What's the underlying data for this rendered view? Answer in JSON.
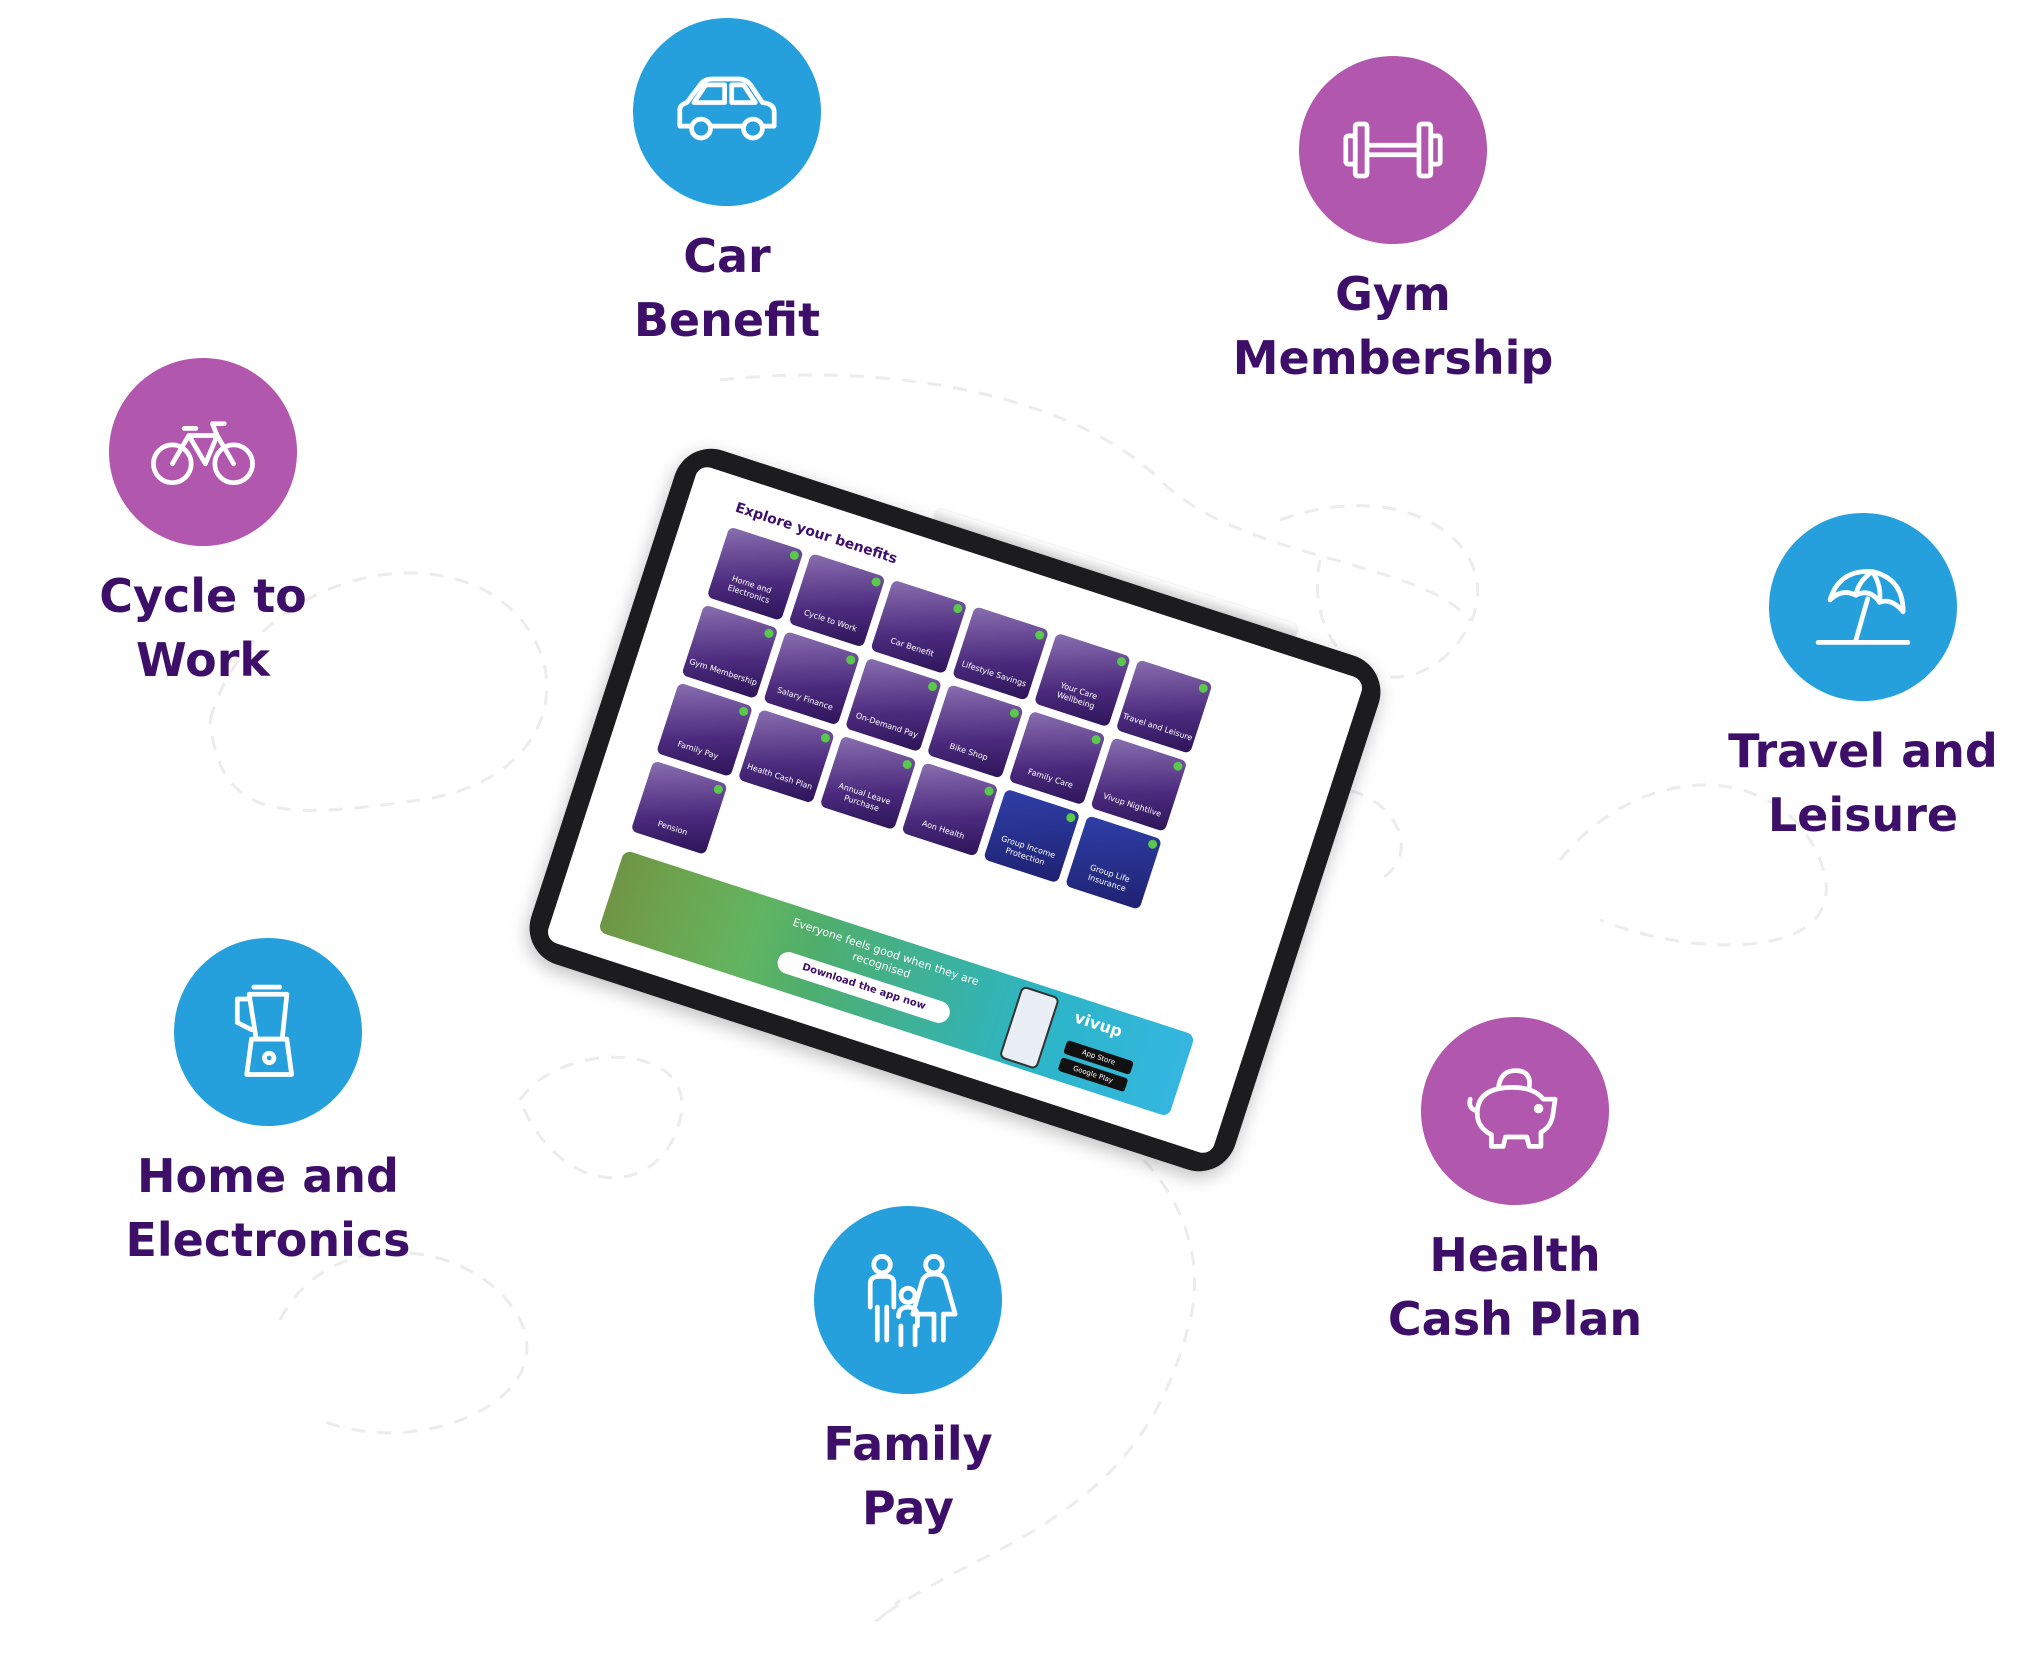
{
  "colors": {
    "blue": "#26a0dd",
    "magenta": "#b257ae",
    "label": "#3d0f69"
  },
  "benefits": [
    {
      "id": "car-benefit",
      "label": "Car\nBenefit",
      "icon": "car-icon",
      "color": "blue"
    },
    {
      "id": "gym-membership",
      "label": "Gym\nMembership",
      "icon": "dumbbell-icon",
      "color": "magenta"
    },
    {
      "id": "cycle-to-work",
      "label": "Cycle to\nWork",
      "icon": "bicycle-icon",
      "color": "magenta"
    },
    {
      "id": "travel-and-leisure",
      "label": "Travel and\nLeisure",
      "icon": "beach-umbrella-icon",
      "color": "blue"
    },
    {
      "id": "home-and-electronics",
      "label": "Home and\nElectronics",
      "icon": "blender-icon",
      "color": "blue"
    },
    {
      "id": "health-cash-plan",
      "label": "Health\nCash Plan",
      "icon": "piggy-bank-icon",
      "color": "magenta"
    },
    {
      "id": "family-pay",
      "label": "Family\nPay",
      "icon": "family-icon",
      "color": "blue"
    }
  ],
  "tablet": {
    "title": "Explore your benefits",
    "tiles": [
      "Home and Electronics",
      "Cycle to Work",
      "Car Benefit",
      "Lifestyle Savings",
      "Your Care Wellbeing",
      "Travel and Leisure",
      "",
      "Gym Membership",
      "Salary Finance",
      "On-Demand Pay",
      "Bike Shop",
      "Family Care",
      "Vivup Nightlive",
      "",
      "Family Pay",
      "Health Cash Plan",
      "Annual Leave Purchase",
      "Aon Health",
      "Group Income Protection",
      "Group Life Insurance",
      "",
      "Pension"
    ],
    "banner": {
      "text": "Everyone feels good when they are recognised",
      "button": "Download the app now",
      "brand": "vivup",
      "store_apple": "App Store",
      "store_google": "Google Play"
    }
  }
}
